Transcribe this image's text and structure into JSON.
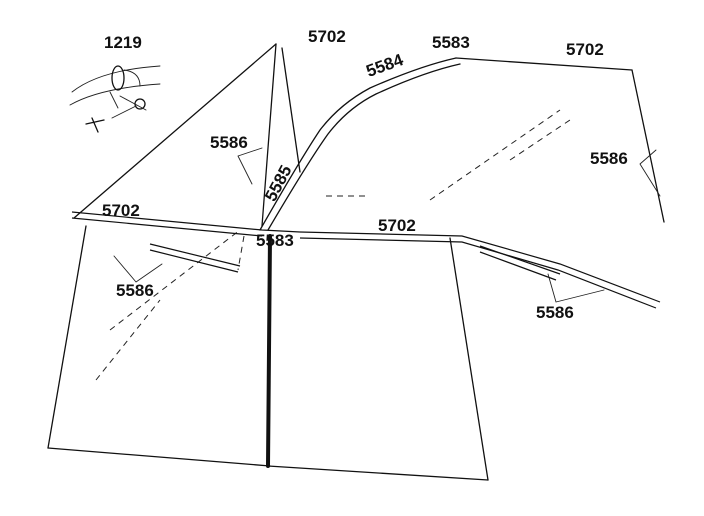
{
  "labels": {
    "l1219": "1219",
    "l5702_top": "5702",
    "l5583_top": "5583",
    "l5702_right": "5702",
    "l5584": "5584",
    "l5586_upper": "5586",
    "l5585": "5585",
    "l5586_right": "5586",
    "l5702_left": "5702",
    "l5583_center": "5583",
    "l5702_center": "5702",
    "l5586_left": "5586",
    "l5586_lower_right": "5586"
  }
}
